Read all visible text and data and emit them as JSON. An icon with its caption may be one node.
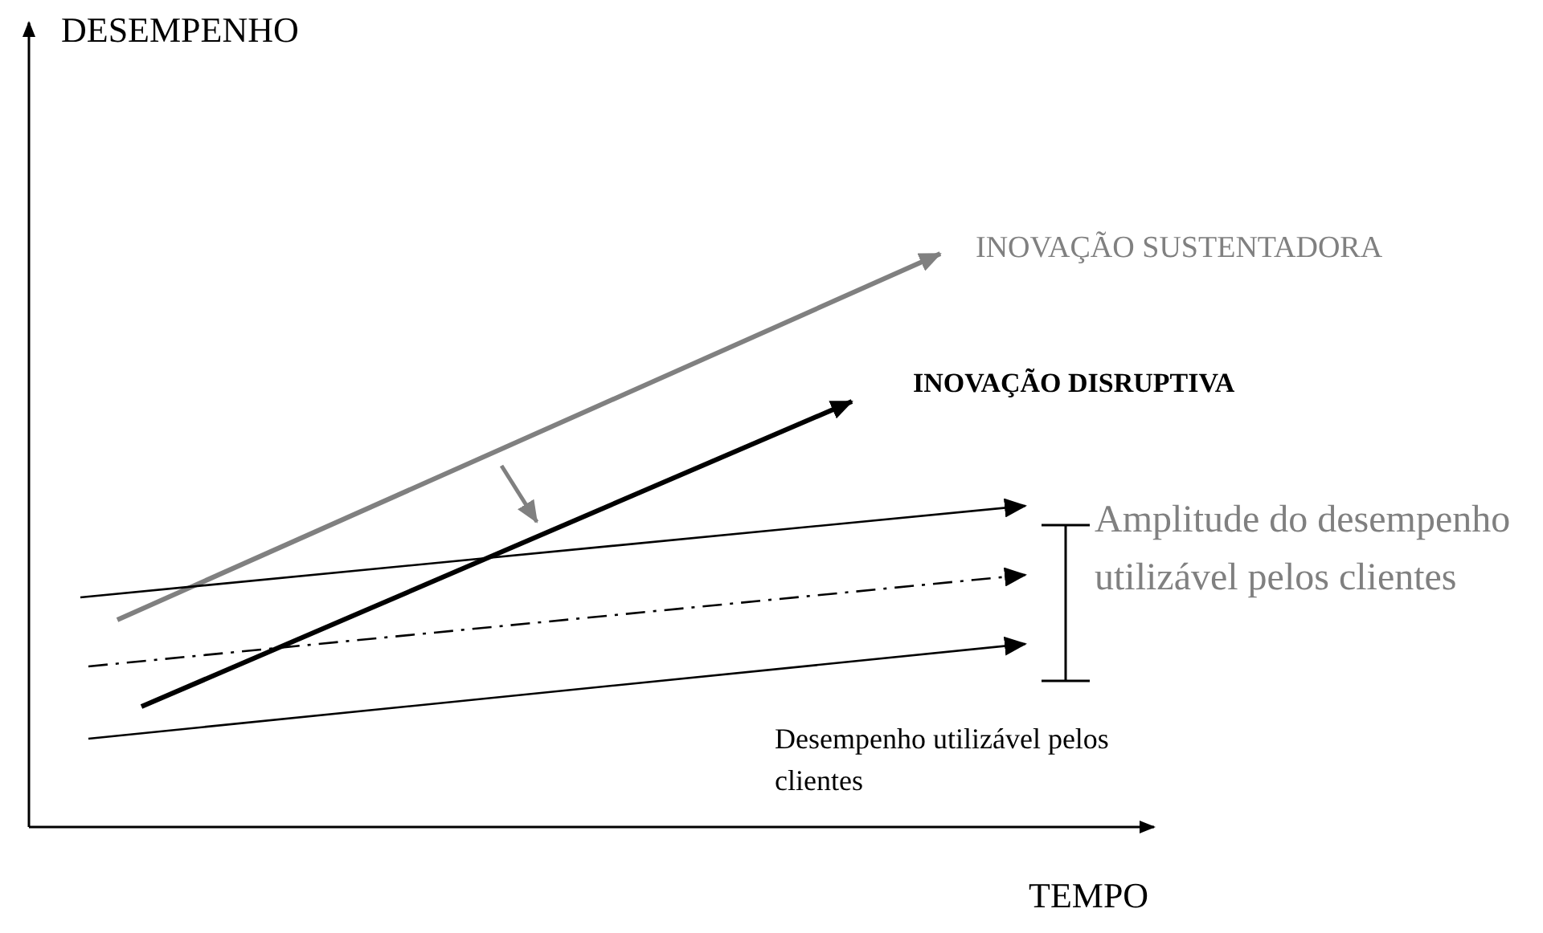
{
  "diagram": {
    "labels": [
      "DESEMPENHO",
      "INOVAÇÃO SUSTENTADORA",
      "INOVAÇÃO DISRUPTIVA",
      "Amplitude do desempenho utilizável pelos clientes",
      "Desempenho utilizável pelos clientes",
      "TEMPO"
    ]
  }
}
